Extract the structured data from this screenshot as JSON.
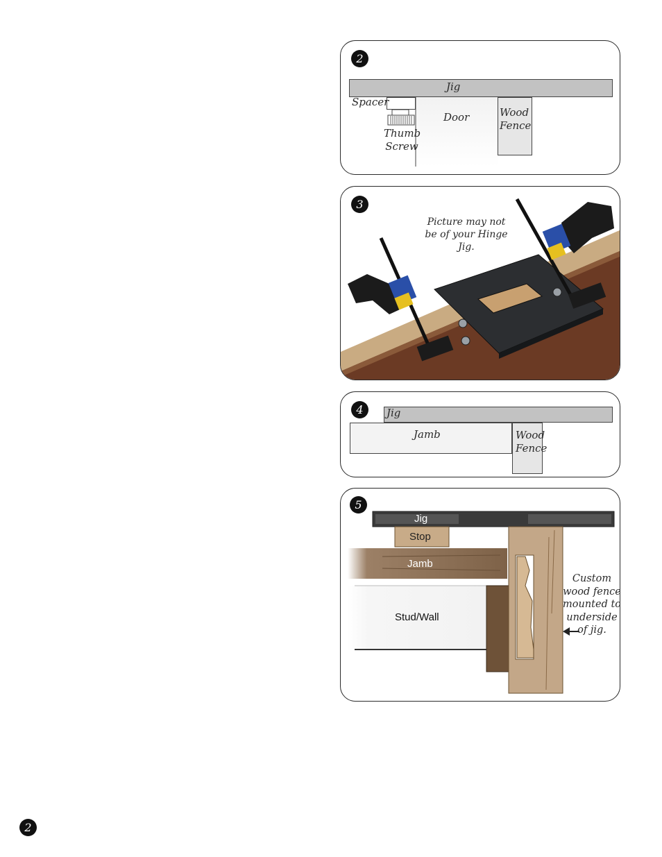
{
  "page_number": "2",
  "figures": [
    {
      "number": "2",
      "labels": {
        "jig": "Jig",
        "spacer": "Spacer",
        "thumb_screw": "Thumb Screw",
        "door": "Door",
        "wood_fence": "Wood Fence"
      }
    },
    {
      "number": "3",
      "caption": "Picture may not be of your Hinge Jig."
    },
    {
      "number": "4",
      "labels": {
        "jig": "Jig",
        "jamb": "Jamb",
        "wood_fence": "Wood Fence"
      }
    },
    {
      "number": "5",
      "labels": {
        "jig": "Jig",
        "stop": "Stop",
        "jamb": "Jamb",
        "stud_wall": "Stud/Wall"
      },
      "callout": "Custom wood fence mounted to underside of jig."
    }
  ],
  "colors": {
    "badge": "#111111",
    "jig_gray": "#c2c2c2",
    "fence_gray": "#e6e6e6",
    "wood": "#c9ab82",
    "door_brown": "#6b3a24"
  }
}
